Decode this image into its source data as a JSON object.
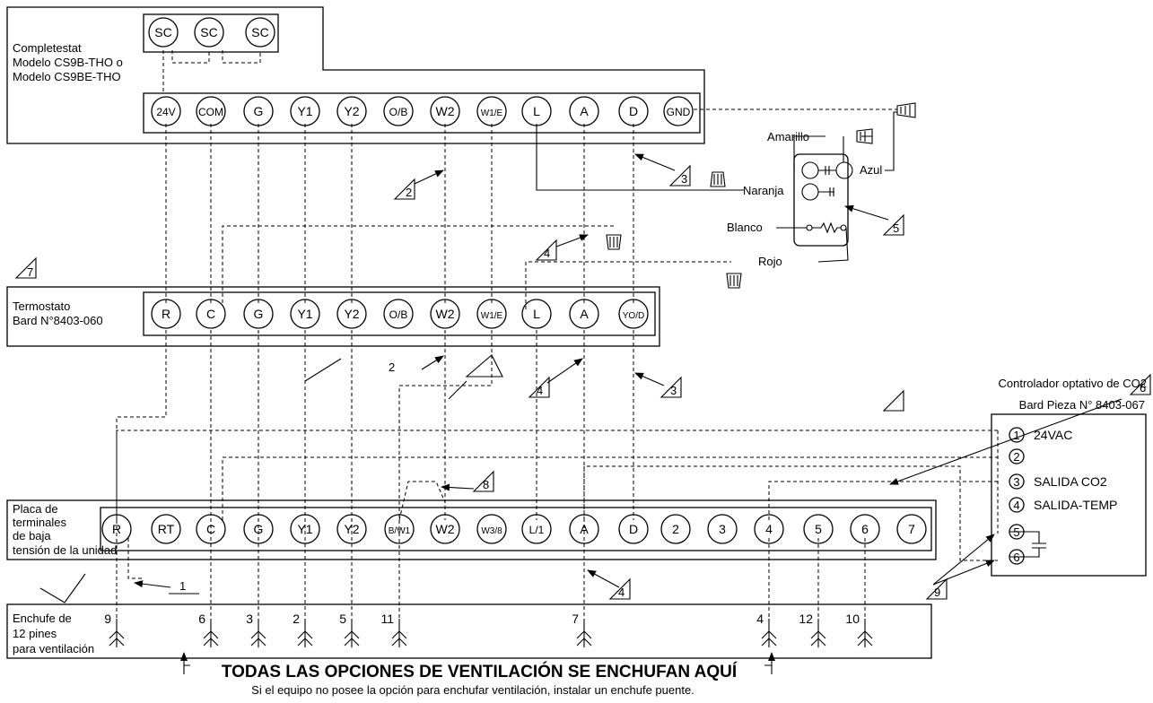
{
  "completestat": {
    "label_lines": [
      "Completestat",
      "Modelo CS9B-THO o",
      "Modelo CS9BE-THO"
    ],
    "sc_terminals": [
      "SC",
      "SC",
      "SC"
    ],
    "terminals": [
      "24V",
      "COM",
      "G",
      "Y1",
      "Y2",
      "O/B",
      "W2",
      "W1/E",
      "L",
      "A",
      "D",
      "GND"
    ]
  },
  "sensor": {
    "wire_labels": [
      "Amarillo",
      "Azul",
      "Naranja",
      "Blanco",
      "Rojo"
    ]
  },
  "thermostat": {
    "label_lines": [
      "Termostato",
      "Bard N°8403-060"
    ],
    "terminals": [
      "R",
      "C",
      "G",
      "Y1",
      "Y2",
      "O/B",
      "W2",
      "W1/E",
      "L",
      "A",
      "YO/D"
    ]
  },
  "co2_controller": {
    "title_lines": [
      "Controlador optativo de CO2",
      "Bard Pieza N° 8403-067"
    ],
    "terminals": [
      {
        "num": "1",
        "label": "24VAC"
      },
      {
        "num": "2",
        "label": ""
      },
      {
        "num": "3",
        "label": "SALIDA CO2"
      },
      {
        "num": "4",
        "label": "SALIDA-TEMP"
      },
      {
        "num": "5",
        "label": ""
      },
      {
        "num": "6",
        "label": ""
      }
    ]
  },
  "unit_board": {
    "label_lines": [
      "Placa de",
      "terminales",
      "de baja",
      "tensión de la unidad"
    ],
    "terminals": [
      "R",
      "RT",
      "C",
      "G",
      "Y1",
      "Y2",
      "B/W1",
      "W2",
      "W3/8",
      "L/1",
      "A",
      "D",
      "2",
      "3",
      "4",
      "5",
      "6",
      "7"
    ]
  },
  "plug": {
    "label_lines": [
      "Enchufe de",
      "12 pines",
      "para ventilación"
    ],
    "pins": [
      "9",
      "6",
      "3",
      "2",
      "5",
      "11",
      "7",
      "4",
      "12",
      "10"
    ]
  },
  "notes": {
    "n1": "1",
    "n2a": "2",
    "n2b": "2",
    "n3a": "3",
    "n3b": "3",
    "n4a": "4",
    "n4b": "4",
    "n4c": "4",
    "n5": "5",
    "n6": "6",
    "n7": "7",
    "n8": "8",
    "n9": "9"
  },
  "footer": {
    "main": "TODAS LAS OPCIONES DE VENTILACIÓN SE ENCHUFAN AQUÍ",
    "sub": "Si el equipo no posee la opción para enchufar ventilación, instalar un enchufe puente."
  }
}
